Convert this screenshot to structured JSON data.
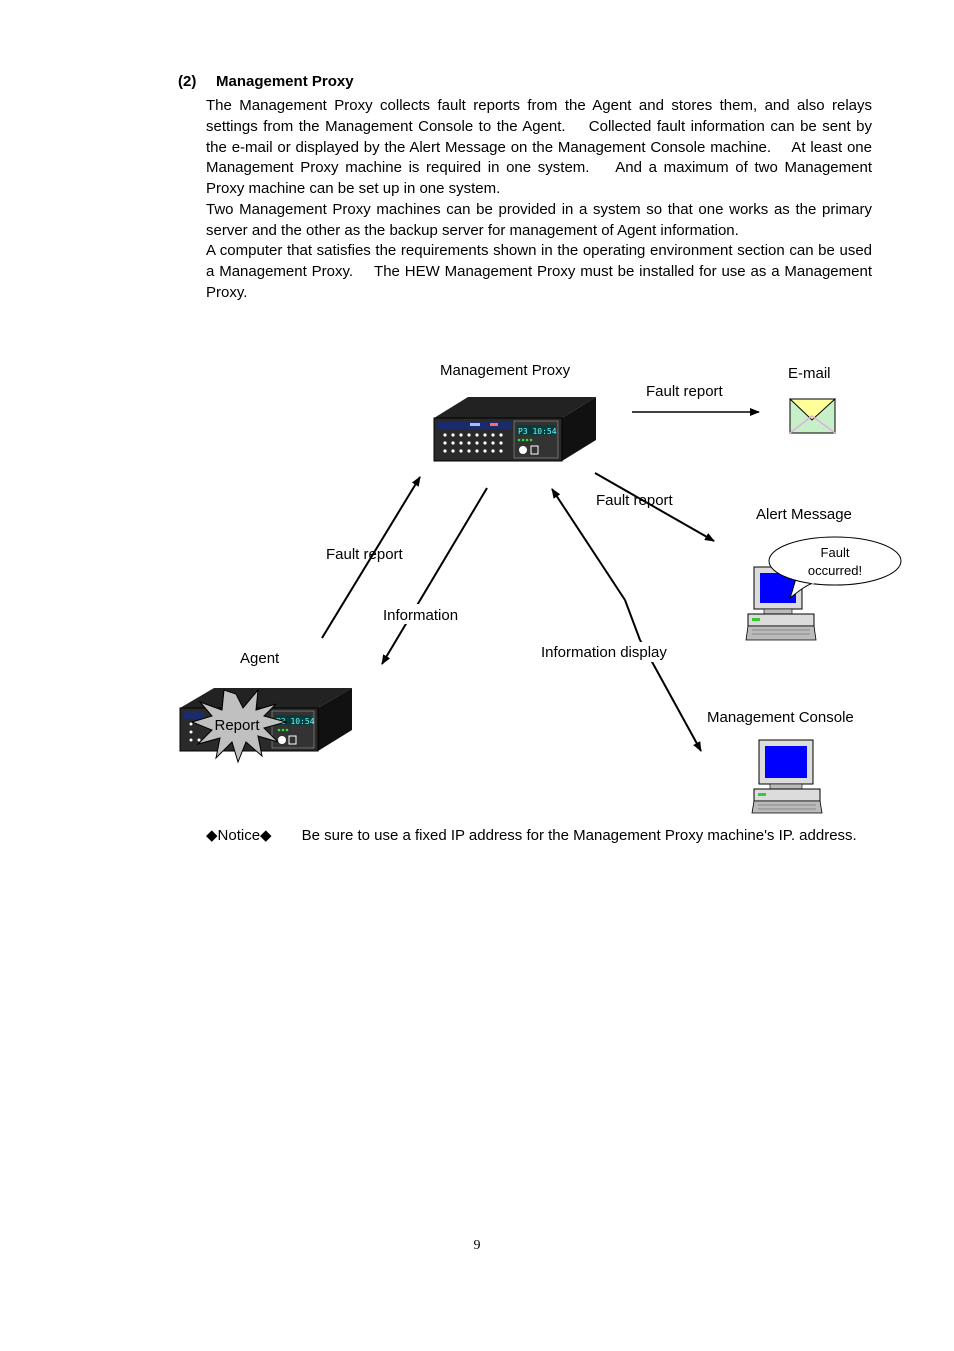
{
  "section": {
    "number": "(2)",
    "title": "Management Proxy"
  },
  "paragraphs": [
    "The Management Proxy collects fault reports from the Agent and stores them, and also relays settings from the Management Console to the Agent.　 Collected fault information can be sent by the e-mail or displayed by the Alert Message on the Management Console machine.　 At least one Management Proxy machine is required in one system.　 And a maximum of two Management Proxy machine can be set up in one system.",
    "Two Management Proxy machines can be provided in a system so that one works as the primary server and the other as the backup server for management of Agent information.",
    "A computer that satisfies the requirements shown in the operating environment section can be used a Management Proxy.　 The HEW Management Proxy must be installed for use as a Management Proxy."
  ],
  "diagram": {
    "proxy_label": "Management Proxy",
    "email_label": "E-mail",
    "fault_report_email": "Fault report",
    "fault_report_alert": "Fault report",
    "alert_label": "Alert Message",
    "bubble_line1": "Fault",
    "bubble_line2": "occurred!",
    "fault_report_agent": "Fault report",
    "information_label": "Information",
    "info_display_label": "Information display",
    "agent_label": "Agent",
    "report_burst": "Report",
    "console_label": "Management Console",
    "server_display": "P3 10:54"
  },
  "notice": {
    "marker": "◆Notice◆",
    "text": "Be sure to use a fixed IP address for the Management Proxy machine's IP. address."
  },
  "page_number": "9",
  "colors": {
    "monitor_screen": "#0000ff",
    "envelope_body": "#c8f0c8",
    "envelope_flap": "#ffff99",
    "envelope_edge": "#e0b0e0",
    "burst_fill": "#c0c0c0"
  }
}
